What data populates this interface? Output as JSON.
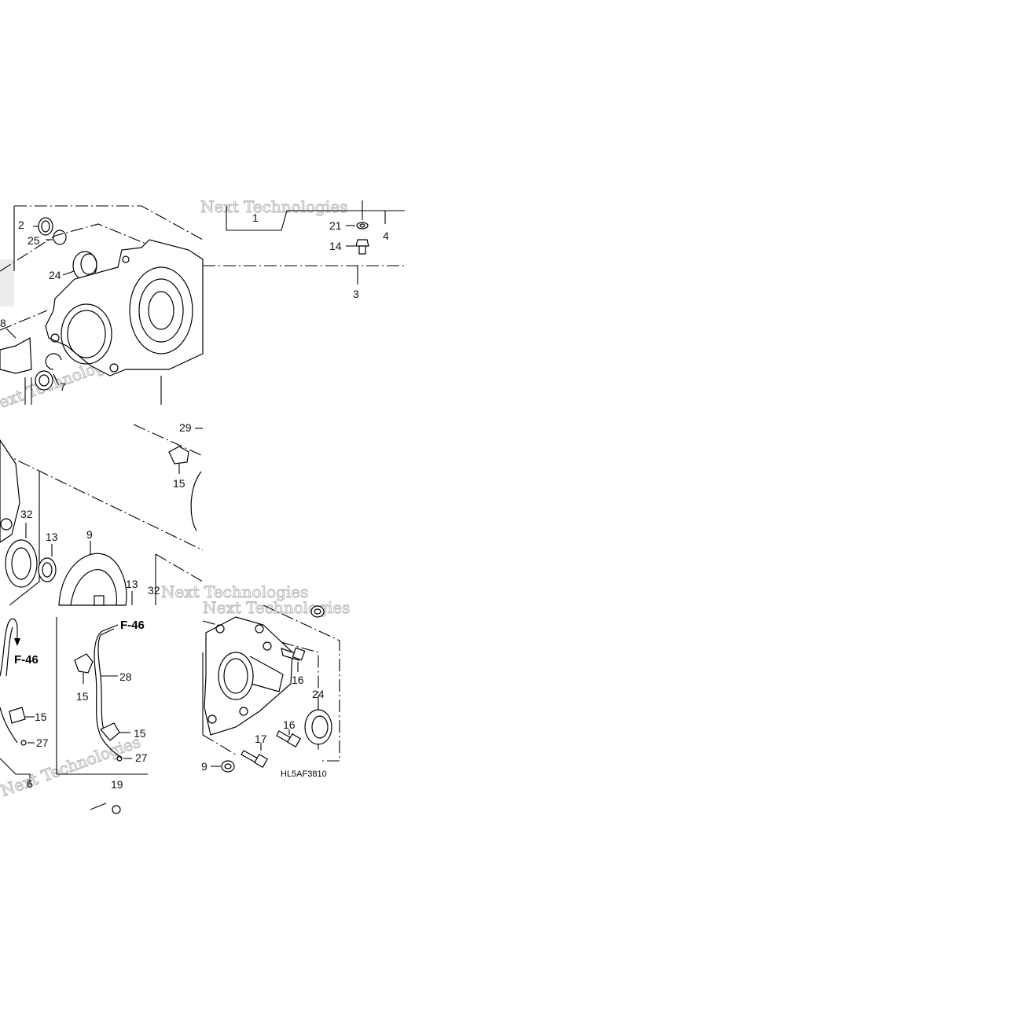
{
  "diagram_code": "HL5AF3810",
  "watermark": "Next Technologies",
  "callouts": {
    "c1": "1",
    "c2": "2",
    "c3": "3",
    "c4": "4",
    "c6": "6",
    "c7": "7",
    "c8": "8",
    "c9a": "9",
    "c9b": "9",
    "c13a": "13",
    "c13b": "13",
    "c14": "14",
    "c15a": "15",
    "c15b": "15",
    "c15c": "15",
    "c15d": "15",
    "c16a": "16",
    "c16b": "16",
    "c17": "17",
    "c19": "19",
    "c21": "21",
    "c24a": "24",
    "c24b": "24",
    "c25": "25",
    "c27a": "27",
    "c27b": "27",
    "c28": "28",
    "c29": "29",
    "c32a": "32",
    "c32b": "32"
  },
  "refs": {
    "r1": "F-46",
    "r2": "F-46"
  }
}
